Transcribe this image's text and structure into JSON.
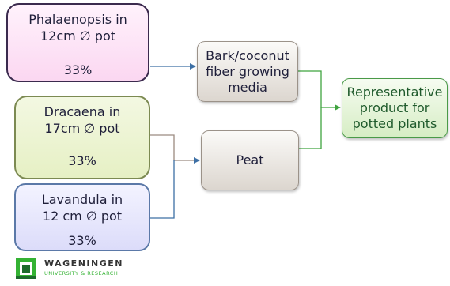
{
  "plants": [
    {
      "line1": "Phalaenopsis in",
      "line2": "12cm ∅ pot",
      "share": "33%"
    },
    {
      "line1": "Dracaena in",
      "line2": "17cm ∅ pot",
      "share": "33%"
    },
    {
      "line1": "Lavandula in",
      "line2": "12 cm ∅ pot",
      "share": "33%"
    }
  ],
  "media": [
    {
      "line1": "Bark/coconut",
      "line2": "fiber growing",
      "line3": "media"
    },
    {
      "line1": "Peat"
    }
  ],
  "result": {
    "line1": "Representative",
    "line2": "product for",
    "line3": "potted plants"
  },
  "logo": {
    "name": "WAGENINGEN",
    "subtitle": "UNIVERSITY & RESEARCH"
  },
  "colors": {
    "phalaenopsis_fill": "#fbd7f1",
    "dracaena_fill": "#e6f0c4",
    "lavandula_fill": "#dcdcfa",
    "media_fill": "#dcd6cf",
    "result_fill": "#d6edc4",
    "arrow_blue": "#3c6fa5",
    "arrow_green": "#3fa33f",
    "connector_brown": "#9b8a80",
    "logo_green": "#34b233"
  }
}
